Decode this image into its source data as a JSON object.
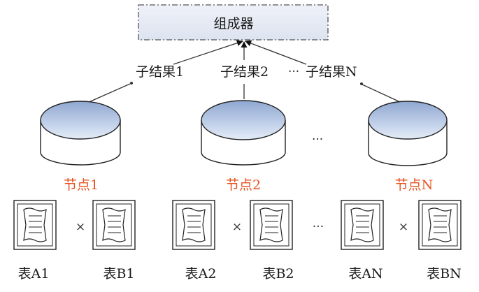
{
  "combiner": {
    "label": "组成器"
  },
  "results": [
    {
      "label": "子结果1"
    },
    {
      "label": "子结果2"
    },
    {
      "label": "子结果N"
    }
  ],
  "results_ellipsis": "···",
  "nodes": [
    {
      "label": "节点1"
    },
    {
      "label": "节点2"
    },
    {
      "label": "节点N"
    }
  ],
  "nodes_ellipsis": "···",
  "tables": [
    {
      "label": "表A1"
    },
    {
      "label": "表B1"
    },
    {
      "label": "表A2"
    },
    {
      "label": "表B2"
    },
    {
      "label": "表AN"
    },
    {
      "label": "表BN"
    }
  ],
  "join_symbol": "×",
  "tables_ellipsis": "···",
  "colors": {
    "combiner_fill": "#e3e7f3",
    "cylinder_top": "#b8c9e6",
    "node_label": "#e8521f",
    "line": "#333333"
  }
}
